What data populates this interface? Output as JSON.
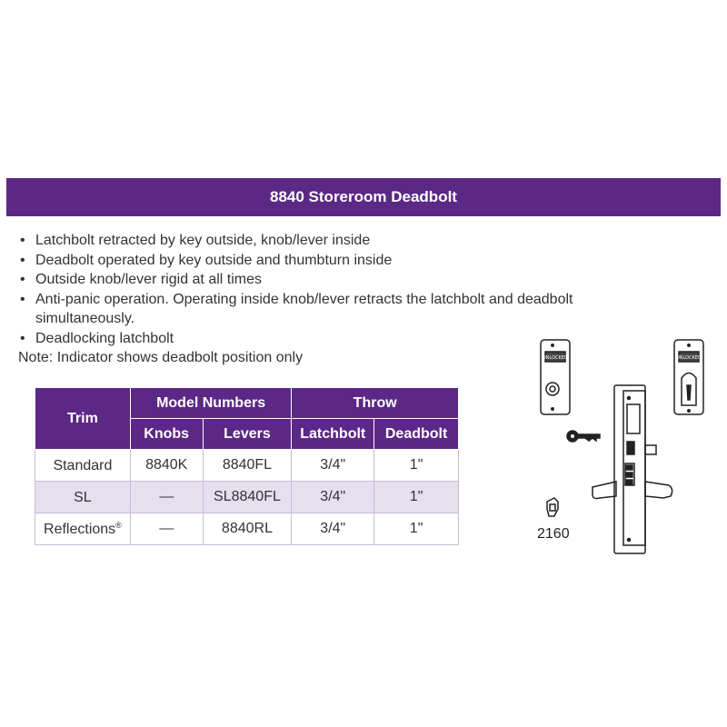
{
  "header": {
    "title": "8840 Storeroom Deadbolt"
  },
  "features": {
    "bullets": [
      "Latchbolt retracted by key outside, knob/lever inside",
      "Deadbolt operated by key outside and thumbturn inside",
      "Outside knob/lever rigid at all times",
      "Anti-panic operation. Operating inside knob/lever retracts the latchbolt and deadbolt simultaneously.",
      "Deadlocking latchbolt"
    ],
    "note": "Note: Indicator shows deadbolt position only"
  },
  "table": {
    "headers": {
      "trim": "Trim",
      "model_numbers": "Model Numbers",
      "throw": "Throw",
      "knobs": "Knobs",
      "levers": "Levers",
      "latchbolt": "Latchbolt",
      "deadbolt": "Deadbolt"
    },
    "rows": [
      {
        "trim": "Standard",
        "trim_sup": "",
        "knobs": "8840K",
        "levers": "8840FL",
        "latchbolt": "3/4\"",
        "deadbolt": "1\""
      },
      {
        "trim": "SL",
        "trim_sup": "",
        "knobs": "—",
        "levers": "SL8840FL",
        "latchbolt": "3/4\"",
        "deadbolt": "1\""
      },
      {
        "trim": "Reflections",
        "trim_sup": "®",
        "knobs": "—",
        "levers": "8840RL",
        "latchbolt": "3/4\"",
        "deadbolt": "1\""
      }
    ]
  },
  "diagram": {
    "part_number": "2160",
    "icon": "mortise-lock-diagram",
    "accent": "#5b2885"
  }
}
